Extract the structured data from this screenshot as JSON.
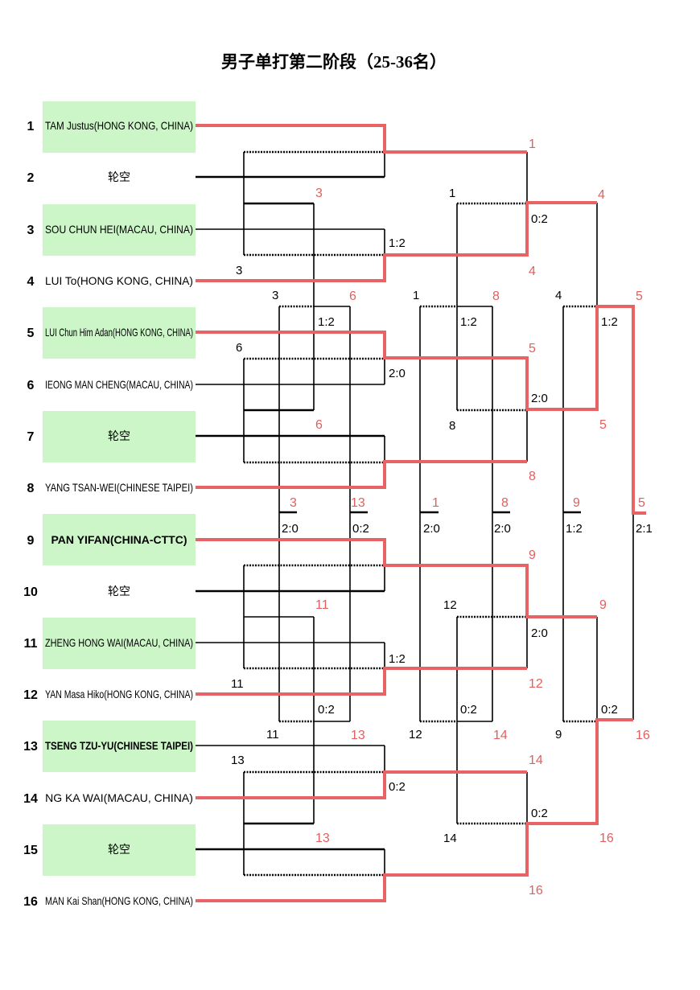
{
  "title": "男子单打第二阶段（25-36名）",
  "colors": {
    "winner_line": "#e86464",
    "seed_box": "#ccf6c8",
    "loser_line": "#000000"
  },
  "players": [
    {
      "seed": "1",
      "name": "TAM Justus(HONG KONG, CHINA)"
    },
    {
      "seed": "2",
      "name": "轮空"
    },
    {
      "seed": "3",
      "name": "SOU CHUN HEI(MACAU, CHINA)"
    },
    {
      "seed": "4",
      "name": "LUI To(HONG KONG, CHINA)"
    },
    {
      "seed": "5",
      "name": "LUI Chun Him Adan(HONG KONG, CHINA)"
    },
    {
      "seed": "6",
      "name": "IEONG MAN CHENG(MACAU, CHINA)"
    },
    {
      "seed": "7",
      "name": "轮空"
    },
    {
      "seed": "8",
      "name": "YANG TSAN-WEI(CHINESE TAIPEI)"
    },
    {
      "seed": "9",
      "name": "PAN YIFAN(CHINA-CTTC)"
    },
    {
      "seed": "10",
      "name": "轮空"
    },
    {
      "seed": "11",
      "name": "ZHENG HONG WAI(MACAU, CHINA)"
    },
    {
      "seed": "12",
      "name": "YAN Masa Hiko(HONG KONG, CHINA)"
    },
    {
      "seed": "13",
      "name": "TSENG TZU-YU(CHINESE TAIPEI)"
    },
    {
      "seed": "14",
      "name": "NG KA WAI(MACAU, CHINA)"
    },
    {
      "seed": "15",
      "name": "轮空"
    },
    {
      "seed": "16",
      "name": "MAN Kai Shan(HONG KONG, CHINA)"
    }
  ],
  "winner_labels": [
    "1",
    "4",
    "4",
    "3",
    "6",
    "8",
    "5",
    "6",
    "5",
    "8",
    "5",
    "3",
    "13",
    "1",
    "8",
    "9",
    "5",
    "9",
    "11",
    "9",
    "12",
    "13",
    "14",
    "16",
    "14",
    "13",
    "16",
    "16"
  ],
  "loser_labels": [
    "1",
    "3",
    "3",
    "1",
    "4",
    "6",
    "8",
    "12",
    "11",
    "11",
    "12",
    "9",
    "13",
    "14"
  ],
  "scores": [
    "0:2",
    "1:2",
    "1:2",
    "1:2",
    "1:2",
    "2:0",
    "2:0",
    "2:0",
    "0:2",
    "2:0",
    "2:0",
    "1:2",
    "2:1",
    "2:0",
    "1:2",
    "0:2",
    "0:2",
    "0:2",
    "0:2",
    "0:2"
  ]
}
